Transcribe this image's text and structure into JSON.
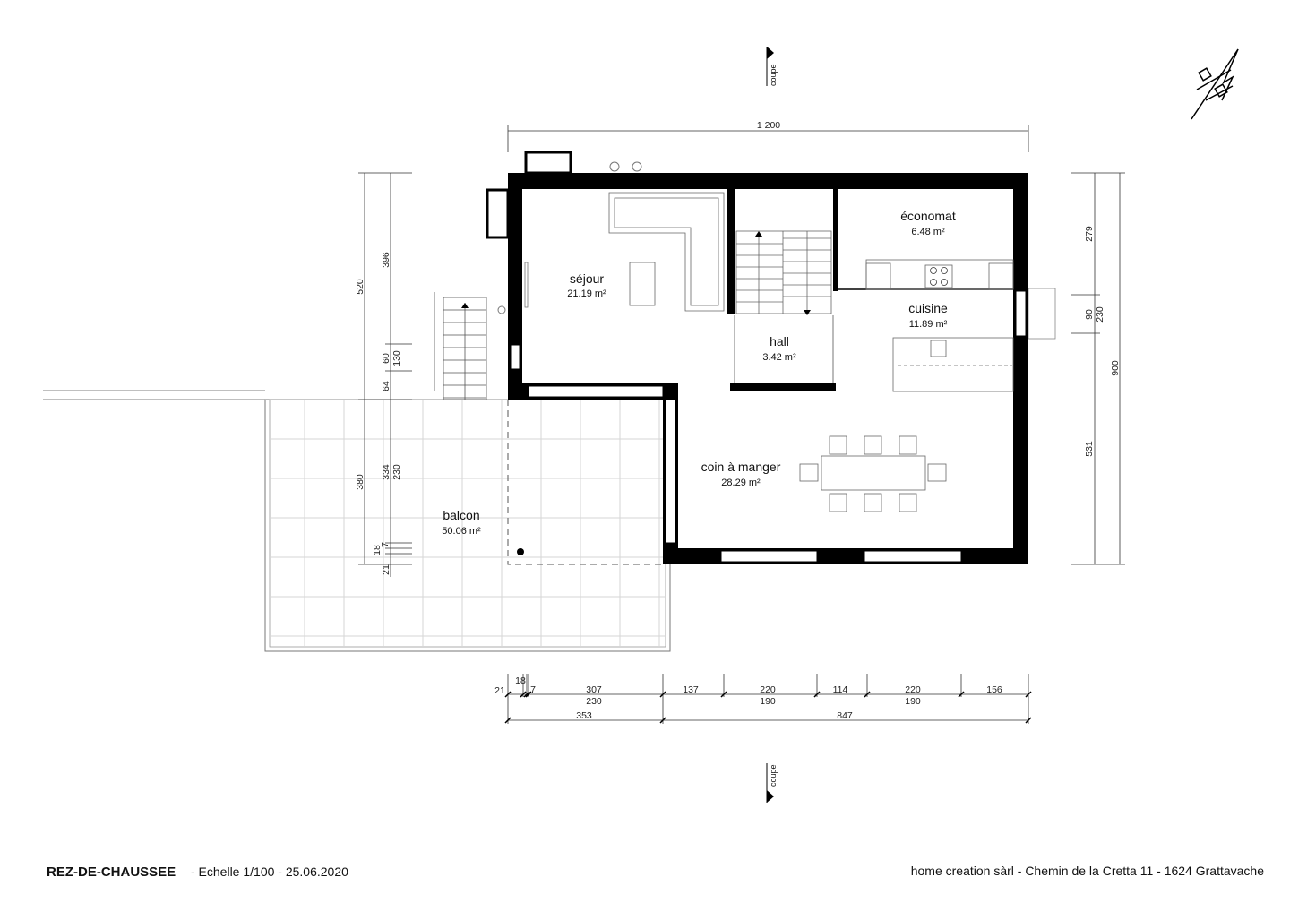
{
  "title": "REZ-DE-CHAUSSEE",
  "subtitle": "- Echelle 1/100  -  25.06.2020",
  "company": "home creation sàrl  -  Chemin de la Cretta 11  -  1624 Grattavache",
  "section_marker": "coupe",
  "rooms": [
    {
      "name": "séjour",
      "area": "21.19 m²"
    },
    {
      "name": "hall",
      "area": "3.42 m²"
    },
    {
      "name": "économat",
      "area": "6.48 m²"
    },
    {
      "name": "cuisine",
      "area": "11.89 m²"
    },
    {
      "name": "coin à manger",
      "area": "28.29 m²"
    },
    {
      "name": "balcon",
      "area": "50.06 m²"
    }
  ],
  "dimensions": {
    "top_total": "1 200",
    "left_outer": [
      "520",
      "380"
    ],
    "left_inner": [
      "396",
      "60",
      "130",
      "64",
      "334",
      "230",
      "7",
      "18",
      "21"
    ],
    "right_inner": [
      "279",
      "90",
      "230",
      "531"
    ],
    "right_outer": "900",
    "bottom_row1": [
      "21",
      "18",
      "7",
      "307",
      "137",
      "220",
      "114",
      "220",
      "156"
    ],
    "bottom_row1b": [
      "230",
      "190",
      "190"
    ],
    "bottom_row2": [
      "353",
      "847"
    ]
  },
  "icons": [
    "north-arrow-icon",
    "section-arrow-icon"
  ]
}
